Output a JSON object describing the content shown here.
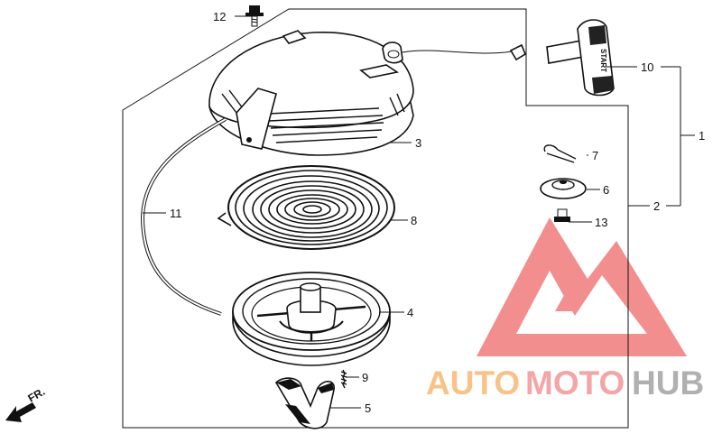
{
  "callouts": {
    "p1": "1",
    "p2": "2",
    "p3": "3",
    "p4": "4",
    "p5": "5",
    "p6": "6",
    "p7": "7",
    "p8": "8",
    "p9": "9",
    "p10": "10",
    "p11": "11",
    "p12": "12",
    "p13": "13"
  },
  "handle_text": "START",
  "direction_marker": "FR.",
  "watermark": {
    "part1": "AUTO",
    "part2": "MOTO",
    "part3": "HUB",
    "colors": {
      "auto": "#F7B267",
      "moto": "#F28C8C",
      "hub": "#9A9A9A",
      "triangle": "#EF6F6F"
    }
  }
}
